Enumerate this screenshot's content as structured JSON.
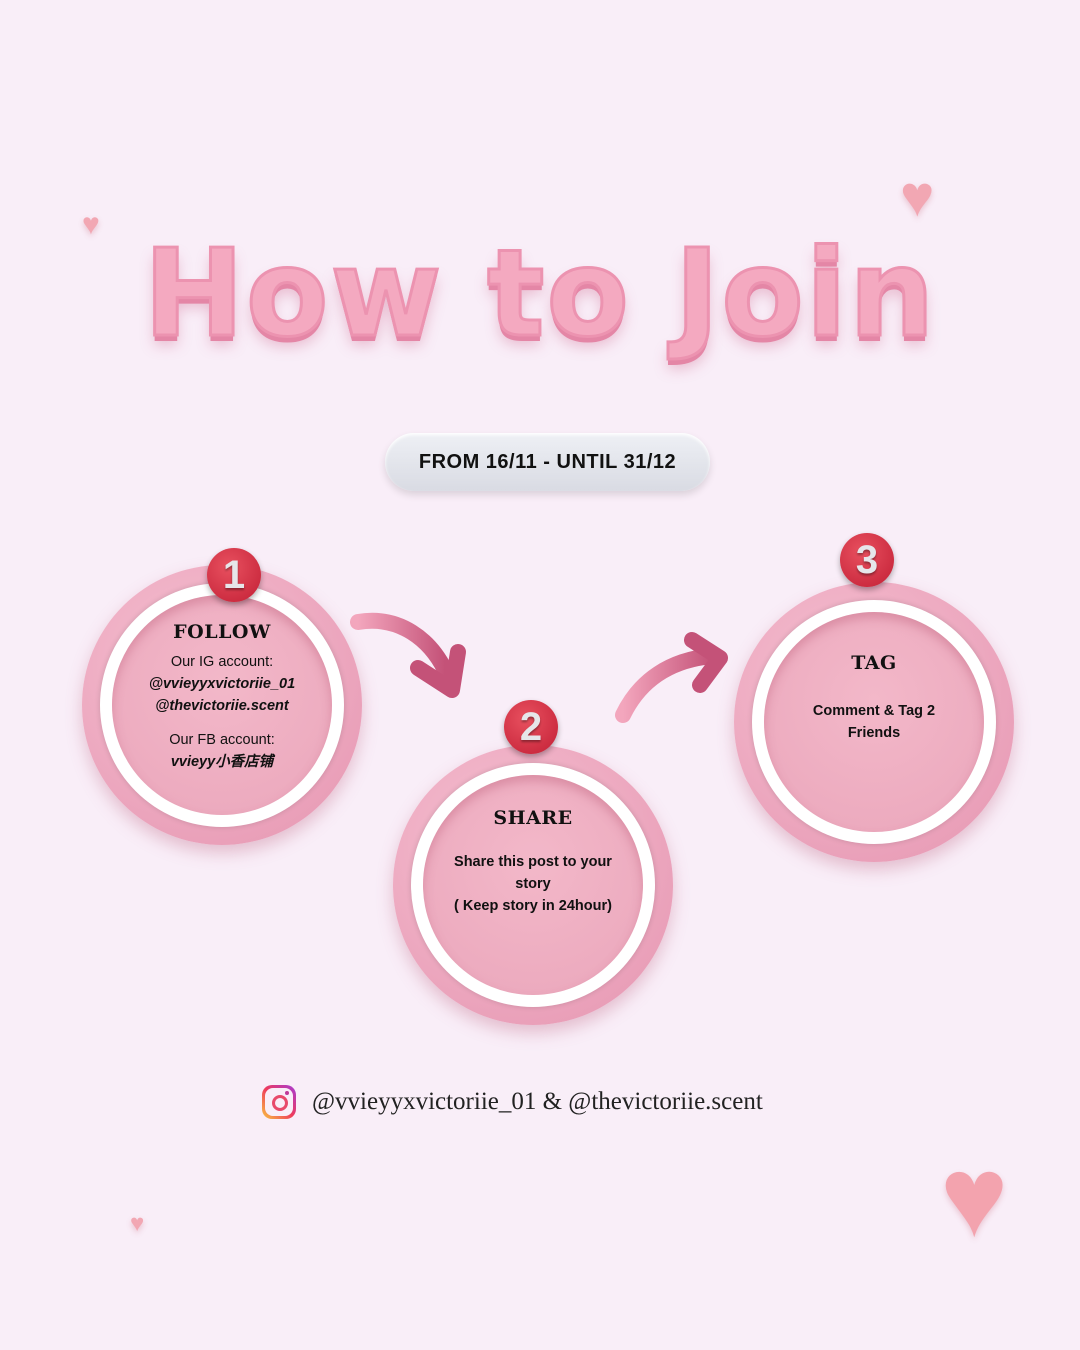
{
  "title": "How to Join",
  "date_range": "FROM 16/11 - UNTIL 31/12",
  "steps": [
    {
      "number": "1",
      "title": "FOLLOW",
      "ig_label": "Our IG account:",
      "ig_accounts": [
        "@vvieyyxvictoriie_01",
        "@thevictoriie.scent"
      ],
      "fb_label": "Our FB account:",
      "fb_account": "vvieyy小香店铺"
    },
    {
      "number": "2",
      "title": "SHARE",
      "lines": [
        "Share this post to your",
        "story",
        "( Keep story in 24hour)"
      ]
    },
    {
      "number": "3",
      "title": "TAG",
      "lines": [
        "Comment & Tag 2",
        "Friends"
      ]
    }
  ],
  "footer": {
    "icon": "instagram-icon",
    "text": "@vvieyyxvictoriie_01 & @thevictoriie.scent"
  },
  "colors": {
    "background": "#f9eef8",
    "pink": "#f4a9c0",
    "badge": "#c21f35"
  }
}
